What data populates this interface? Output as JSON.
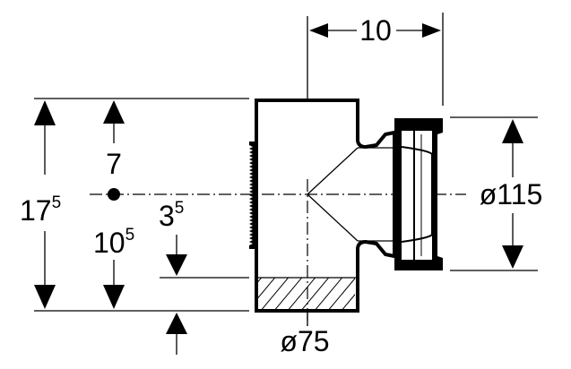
{
  "dimensions": {
    "top_width": "10",
    "diameter_right": "ø115",
    "diameter_bottom": "ø75",
    "height_total": {
      "main": "17",
      "sup": "5"
    },
    "offset_top": "7",
    "offset_bottom": {
      "main": "10",
      "sup": "5"
    },
    "height_small": {
      "main": "3",
      "sup": "5"
    }
  }
}
